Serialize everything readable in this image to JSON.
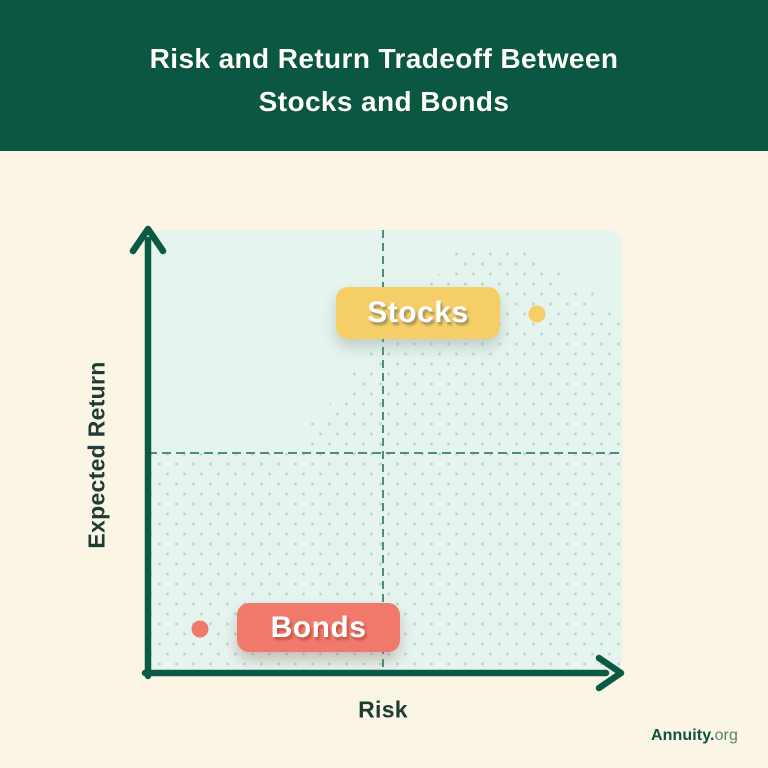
{
  "header": {
    "title_line1": "Risk and Return Tradeoff Between",
    "title_line2": "Stocks and Bonds"
  },
  "chart_data": {
    "type": "scatter",
    "title": "Risk and Return Tradeoff Between Stocks and Bonds",
    "xlabel": "Risk",
    "ylabel": "Expected Return",
    "x_axis": {
      "label": "Risk",
      "min": 0,
      "max": 1,
      "tick_labels": "none"
    },
    "y_axis": {
      "label": "Expected Return",
      "min": 0,
      "max": 1,
      "tick_labels": "none"
    },
    "quadrant_dividers": {
      "vertical_x": 0.5,
      "horizontal_y": 0.5,
      "style": "dashed"
    },
    "points": [
      {
        "label": "Stocks",
        "x": 0.82,
        "y": 0.81,
        "color": "#F5CE68",
        "risk_level": "high",
        "return_level": "high"
      },
      {
        "label": "Bonds",
        "x": 0.11,
        "y": 0.1,
        "color": "#F0796B",
        "risk_level": "low",
        "return_level": "low"
      }
    ],
    "legend": "none",
    "grid": "staggered dot pattern over lower half and upper-right diagonal band"
  },
  "branding": {
    "name_bold": "Annuity.",
    "name_light": "org"
  },
  "colors": {
    "header_bg": "#0A5843",
    "axis": "#0B5A43",
    "canvas_bg": "#FBF5E6",
    "plot_bg": "#E6F4EF",
    "dot_pattern": "#B6DACB",
    "dash_line": "#4E8D7A",
    "label_ink": "#1E3B34",
    "stocks": "#F5CE68",
    "bonds": "#F0796B",
    "title_text": "#FFFEF8",
    "logo_dark": "#0B5340",
    "logo_light": "#55856F"
  }
}
